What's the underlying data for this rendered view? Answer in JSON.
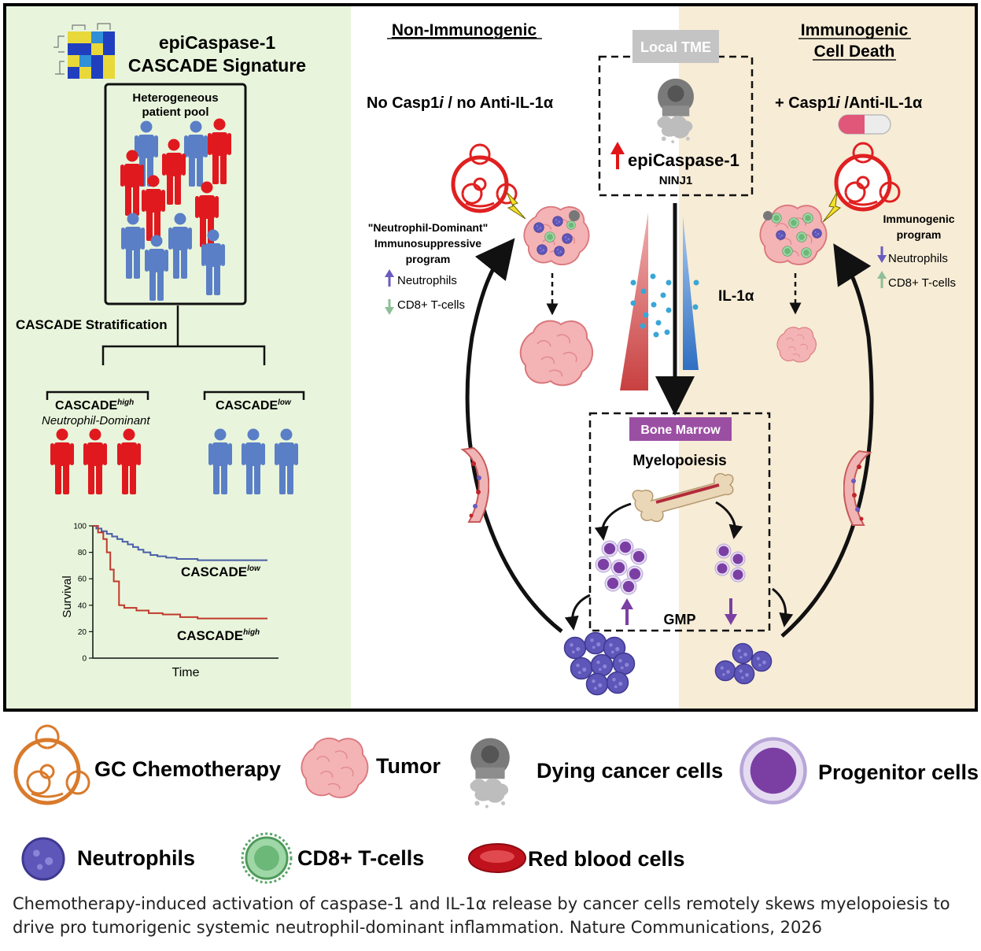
{
  "left_panel": {
    "title_line1": "epiCaspase-1",
    "title_line2": "CASCADE Signature",
    "pool_line1": "Heterogeneous",
    "pool_line2": "patient pool",
    "stratification": "CASCADE Stratification",
    "group_high": "CASCADE",
    "group_high_sup": "high",
    "group_high_sub": "Neutrophil-Dominant",
    "group_low": "CASCADE",
    "group_low_sup": "low",
    "km": {
      "ylabel": "Survival",
      "xlabel": "Time",
      "yticks": [
        "0",
        "20",
        "40",
        "60",
        "80",
        "100"
      ],
      "label_low": "CASCADE",
      "label_low_sup": "low",
      "label_high": "CASCADE",
      "label_high_sup": "high"
    }
  },
  "chart_data": {
    "type": "line",
    "xlabel": "Time",
    "ylabel": "Survival",
    "ylim": [
      0,
      100
    ],
    "series": [
      {
        "name": "CASCADE low",
        "x": [
          0,
          2,
          5,
          8,
          11,
          14,
          17,
          20,
          23,
          26,
          29,
          33,
          37,
          42,
          48,
          60,
          75,
          100
        ],
        "y": [
          100,
          98,
          96,
          94,
          92,
          90,
          88,
          86,
          84,
          82,
          80,
          78,
          77,
          76,
          75,
          74,
          74,
          74
        ]
      },
      {
        "name": "CASCADE high",
        "x": [
          0,
          3,
          6,
          8,
          10,
          12,
          15,
          18,
          25,
          32,
          40,
          50,
          60,
          100
        ],
        "y": [
          100,
          95,
          90,
          80,
          67,
          58,
          40,
          38,
          36,
          34,
          33,
          31,
          30,
          30
        ]
      }
    ]
  },
  "center": {
    "title": "Non-Immunogenic",
    "condition": "No Casp1",
    "condition_i": "i",
    "condition_rest": " / no Anti-IL-1α",
    "program_line1": "\"Neutrophil-Dominant\"",
    "program_line2": "Immunosuppressive",
    "program_line3": "program",
    "up_label": "Neutrophils",
    "down_label": "CD8+ T-cells",
    "local_tme": "Local TME",
    "epicaspase": "epiCaspase-1",
    "ninj1": "NINJ1",
    "il1a": "IL-1α",
    "bone_marrow": "Bone Marrow",
    "myelopoiesis": "Myelopoiesis",
    "gmp": "GMP"
  },
  "right_panel": {
    "title_line1": "Immunogenic",
    "title_line2": "Cell Death",
    "condition": "+ Casp1",
    "condition_i": "i",
    "condition_rest": " /Anti-IL-1α",
    "program_line1": "Immunogenic",
    "program_line2": "program",
    "down_label": "Neutrophils",
    "up_label": "CD8+ T-cells"
  },
  "legend": [
    {
      "icon": "biohazard-icon",
      "label": "GC Chemotherapy"
    },
    {
      "icon": "tumor-icon",
      "label": "Tumor"
    },
    {
      "icon": "dying-cell-icon",
      "label": "Dying cancer cells"
    },
    {
      "icon": "progenitor-cell-icon",
      "label": "Progenitor cells"
    },
    {
      "icon": "neutrophil-icon",
      "label": "Neutrophils"
    },
    {
      "icon": "cd8-t-cell-icon",
      "label": "CD8+ T-cells"
    },
    {
      "icon": "red-blood-cell-icon",
      "label": "Red blood cells"
    }
  ],
  "caption": "Chemotherapy-induced activation of caspase-1 and IL-1α release by cancer cells remotely skews myelopoiesis to drive pro tumorigenic systemic neutrophil-dominant inflammation. Nature Communications, 2026",
  "colors": {
    "left_bg": "#e8f5dc",
    "right_bg": "#f7ecd6",
    "patient_red": "#e0191f",
    "patient_blue": "#5b7fc6",
    "km_low": "#4a5ea8",
    "km_high": "#c0392b",
    "biohazard_red": "#e02020",
    "biohazard_orange": "#d97a2b",
    "bone_marrow_purple": "#9b4fa3",
    "il1a_blue": "#3b82d1",
    "casp_red": "#d95a5a"
  }
}
